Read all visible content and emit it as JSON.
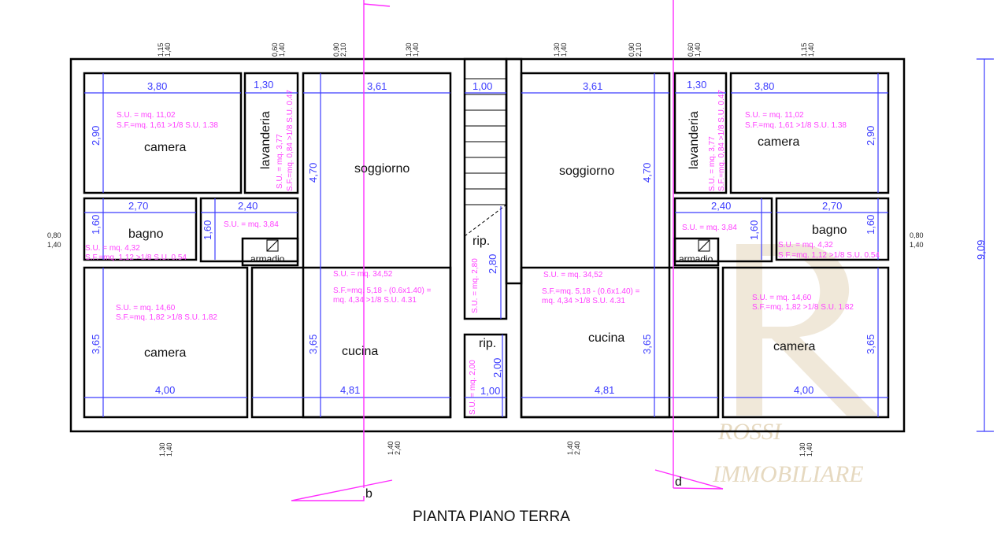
{
  "title": "PIANTA PIANO TERRA",
  "watermark": {
    "letter": "R",
    "line1": "ROSSI",
    "line2": "IMMOBILIARE"
  },
  "section_markers": {
    "b": "b",
    "d": "d"
  },
  "overall_height": "9,09",
  "side_windows": {
    "top": "0,80",
    "bottom": "1,40"
  },
  "left_unit": {
    "camera_top": {
      "name": "camera",
      "w": "3,80",
      "h": "2,90",
      "su": "S.U. = mq. 11,02",
      "sf": "S.F.=mq. 1,61 >1/8 S.U. 1.38"
    },
    "lavanderia": {
      "name": "lavanderia",
      "w": "1,30",
      "su": "S.U. = mq. 3,77",
      "sf": "S.F.=mq. 0,84 >1/8 S.U. 0.47"
    },
    "soggiorno": {
      "name": "soggiorno",
      "w": "3,61",
      "h": "4,70",
      "su": "S.U. = mq. 34,52",
      "sf1": "S.F.=mq. 5,18 - (0.6x1.40) =",
      "sf2": "mq. 4,34 >1/8 S.U. 4.31"
    },
    "bagno": {
      "name": "bagno",
      "w": "2,70",
      "h": "1,60",
      "su": "S.U. = mq. 4,32",
      "sf": "S.F.=mq. 1,12 >1/8 S.U. 0.54"
    },
    "disimpegno": {
      "w": "2,40",
      "h": "1,60",
      "su": "S.U. = mq. 3,84"
    },
    "armadio": {
      "name": "armadio"
    },
    "camera_bottom": {
      "name": "camera",
      "w": "4,00",
      "h": "3,65",
      "su": "S.U. = mq. 14,60",
      "sf": "S.F.=mq. 1,82 >1/8 S.U. 1.82"
    },
    "cucina": {
      "name": "cucina",
      "w": "4,81",
      "h": "3,65"
    }
  },
  "stair": {
    "w": "1,00",
    "rip1": {
      "name": "rip.",
      "h": "2,80",
      "su": "S.U. = mq. 2,80"
    },
    "rip2": {
      "name": "rip.",
      "w": "1,00",
      "h": "2,00",
      "su": "S.U. = mq. 2,00"
    }
  },
  "right_unit": {
    "camera_top": {
      "name": "camera",
      "w": "3,80",
      "h": "2,90",
      "su": "S.U. = mq. 11,02",
      "sf": "S.F.=mq. 1,61 >1/8 S.U. 1.38"
    },
    "lavanderia": {
      "name": "lavanderia",
      "w": "1,30",
      "su": "S.U. = mq. 3,77",
      "sf": "S.F.=mq. 0,84 >1/8 S.U. 0.47"
    },
    "soggiorno": {
      "name": "soggiorno",
      "w": "3,61",
      "h": "4,70",
      "su": "S.U. = mq. 34,52",
      "sf1": "S.F.=mq. 5,18 - (0.6x1.40) =",
      "sf2": "mq. 4,34 >1/8 S.U. 4.31"
    },
    "bagno": {
      "name": "bagno",
      "w": "2,70",
      "h": "1,60",
      "su": "S.U. = mq. 4,32",
      "sf": "S.F.=mq. 1,12 >1/8 S.U. 0.54"
    },
    "disimpegno": {
      "w": "2,40",
      "h": "1,60",
      "su": "S.U. = mq. 3,84"
    },
    "armadio": {
      "name": "armadio"
    },
    "camera_bottom": {
      "name": "camera",
      "w": "4,00",
      "h": "3,65",
      "su": "S.U. = mq. 14,60",
      "sf": "S.F.=mq. 1,82 >1/8 S.U. 1.82"
    },
    "cucina": {
      "name": "cucina",
      "w": "4,81",
      "h": "3,65"
    }
  },
  "windows_top": [
    {
      "a": "1,15",
      "b": "1,40"
    },
    {
      "a": "0,60",
      "b": "1,40"
    },
    {
      "a": "0,90",
      "b": "2,10"
    },
    {
      "a": "1,30",
      "b": "1,40"
    },
    {
      "a": "1,30",
      "b": "1,40"
    },
    {
      "a": "0,90",
      "b": "2,10"
    },
    {
      "a": "0,60",
      "b": "1,40"
    },
    {
      "a": "1,15",
      "b": "1,40"
    }
  ],
  "windows_bottom": [
    {
      "a": "1,30",
      "b": "1,40"
    },
    {
      "a": "1,40",
      "b": "2,40"
    },
    {
      "a": "1,40",
      "b": "2,40"
    },
    {
      "a": "1,30",
      "b": "1,40"
    }
  ]
}
